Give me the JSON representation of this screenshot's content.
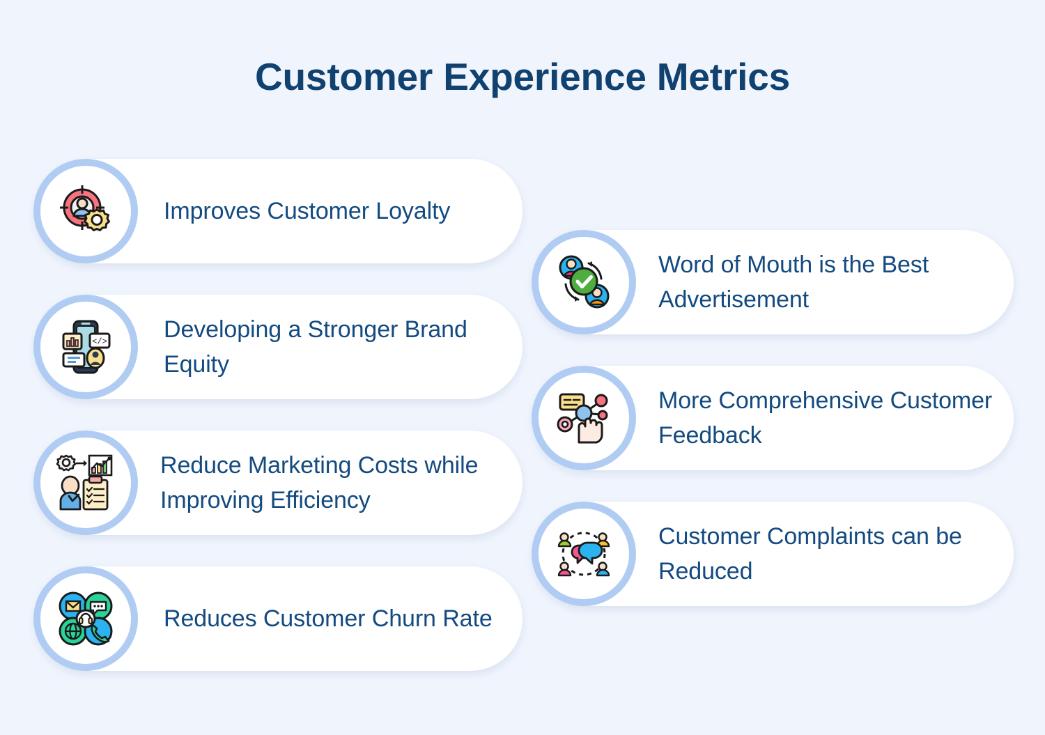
{
  "page": {
    "title": "Customer Experience Metrics",
    "background_color": "#eff4fd",
    "title_color": "#10416f",
    "text_color": "#134a80",
    "icon_ring_color": "#b1ccf2",
    "card_color": "#ffffff"
  },
  "left_column": {
    "cards": [
      {
        "label": "Improves Customer Loyalty",
        "icon": "target-customer-gear-icon"
      },
      {
        "label": "Developing a Stronger Brand Equity",
        "icon": "mobile-analytics-code-user-icon"
      },
      {
        "label": "Reduce Marketing Costs while Improving Efficiency",
        "icon": "person-clipboard-growth-chart-icon"
      },
      {
        "label": "Reduces Customer Churn Rate",
        "icon": "omnichannel-contact-headset-icon"
      }
    ]
  },
  "right_column": {
    "cards": [
      {
        "label": "Word of Mouth is the Best Advertisement",
        "icon": "referral-people-check-icon"
      },
      {
        "label": "More Comprehensive Customer Feedback",
        "icon": "network-nodes-hand-pointer-icon"
      },
      {
        "label": "Customer Complaints can be Reduced",
        "icon": "people-circle-speech-bubbles-icon"
      }
    ]
  }
}
